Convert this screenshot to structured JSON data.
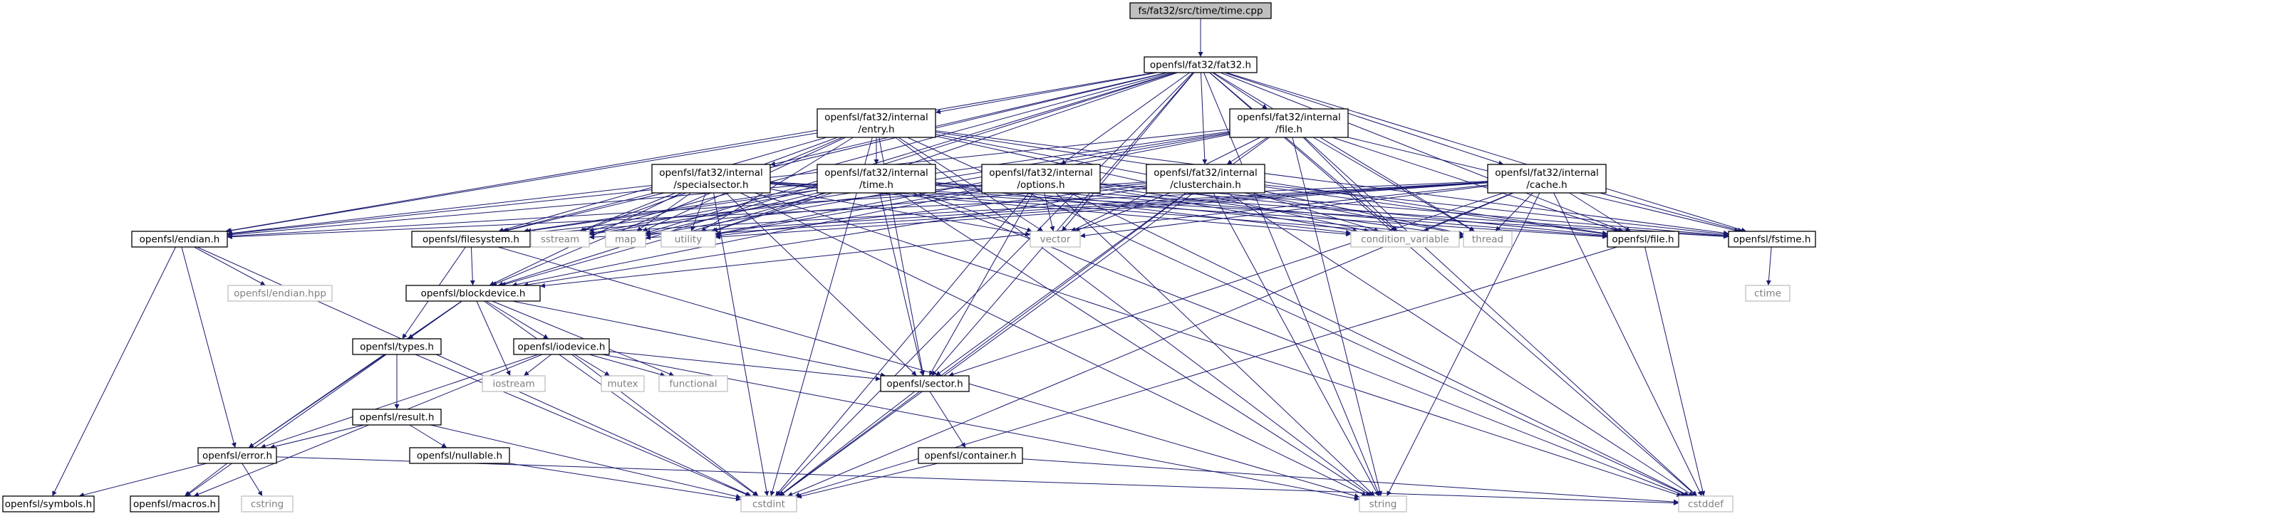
{
  "colors": {
    "edge": "#191970",
    "node_border": "#000000",
    "node_fill": "#ffffff",
    "root_fill": "#bfbfbf",
    "external_border": "#bfbfbf",
    "external_text": "#7f7f7f",
    "text": "#000000"
  },
  "nodes": [
    {
      "id": "root",
      "lines": [
        "fs/fat32/src/time/time.cpp"
      ],
      "kind": "root"
    },
    {
      "id": "fat32",
      "lines": [
        "openfsl/fat32/fat32.h"
      ],
      "kind": "local"
    },
    {
      "id": "entry",
      "lines": [
        "openfsl/fat32/internal",
        "/entry.h"
      ],
      "kind": "local"
    },
    {
      "id": "file_int",
      "lines": [
        "openfsl/fat32/internal",
        "/file.h"
      ],
      "kind": "local"
    },
    {
      "id": "special",
      "lines": [
        "openfsl/fat32/internal",
        "/specialsector.h"
      ],
      "kind": "local"
    },
    {
      "id": "time_int",
      "lines": [
        "openfsl/fat32/internal",
        "/time.h"
      ],
      "kind": "local"
    },
    {
      "id": "options",
      "lines": [
        "openfsl/fat32/internal",
        "/options.h"
      ],
      "kind": "local"
    },
    {
      "id": "cluster",
      "lines": [
        "openfsl/fat32/internal",
        "/clusterchain.h"
      ],
      "kind": "local"
    },
    {
      "id": "cache",
      "lines": [
        "openfsl/fat32/internal",
        "/cache.h"
      ],
      "kind": "local"
    },
    {
      "id": "endian",
      "lines": [
        "openfsl/endian.h"
      ],
      "kind": "local"
    },
    {
      "id": "endianhpp",
      "lines": [
        "openfsl/endian.hpp"
      ],
      "kind": "external"
    },
    {
      "id": "filesystem",
      "lines": [
        "openfsl/filesystem.h"
      ],
      "kind": "local"
    },
    {
      "id": "sstream",
      "lines": [
        "sstream"
      ],
      "kind": "external"
    },
    {
      "id": "map",
      "lines": [
        "map"
      ],
      "kind": "external"
    },
    {
      "id": "utility",
      "lines": [
        "utility"
      ],
      "kind": "external"
    },
    {
      "id": "vector",
      "lines": [
        "vector"
      ],
      "kind": "external"
    },
    {
      "id": "cond",
      "lines": [
        "condition_variable"
      ],
      "kind": "external"
    },
    {
      "id": "thread",
      "lines": [
        "thread"
      ],
      "kind": "external"
    },
    {
      "id": "file",
      "lines": [
        "openfsl/file.h"
      ],
      "kind": "local"
    },
    {
      "id": "fstime",
      "lines": [
        "openfsl/fstime.h"
      ],
      "kind": "local"
    },
    {
      "id": "ctime",
      "lines": [
        "ctime"
      ],
      "kind": "external"
    },
    {
      "id": "blockdev",
      "lines": [
        "openfsl/blockdevice.h"
      ],
      "kind": "local"
    },
    {
      "id": "types",
      "lines": [
        "openfsl/types.h"
      ],
      "kind": "local"
    },
    {
      "id": "iodevice",
      "lines": [
        "openfsl/iodevice.h"
      ],
      "kind": "local"
    },
    {
      "id": "iostream",
      "lines": [
        "iostream"
      ],
      "kind": "external"
    },
    {
      "id": "mutex",
      "lines": [
        "mutex"
      ],
      "kind": "external"
    },
    {
      "id": "functional",
      "lines": [
        "functional"
      ],
      "kind": "external"
    },
    {
      "id": "sector",
      "lines": [
        "openfsl/sector.h"
      ],
      "kind": "local"
    },
    {
      "id": "result",
      "lines": [
        "openfsl/result.h"
      ],
      "kind": "local"
    },
    {
      "id": "container",
      "lines": [
        "openfsl/container.h"
      ],
      "kind": "local"
    },
    {
      "id": "nullable",
      "lines": [
        "openfsl/nullable.h"
      ],
      "kind": "local"
    },
    {
      "id": "error",
      "lines": [
        "openfsl/error.h"
      ],
      "kind": "local"
    },
    {
      "id": "symbols",
      "lines": [
        "openfsl/symbols.h"
      ],
      "kind": "local"
    },
    {
      "id": "macros",
      "lines": [
        "openfsl/macros.h"
      ],
      "kind": "local"
    },
    {
      "id": "cstring",
      "lines": [
        "cstring"
      ],
      "kind": "external"
    },
    {
      "id": "cstdint",
      "lines": [
        "cstdint"
      ],
      "kind": "external"
    },
    {
      "id": "string",
      "lines": [
        "string"
      ],
      "kind": "external"
    },
    {
      "id": "cstddef",
      "lines": [
        "cstddef"
      ],
      "kind": "external"
    }
  ],
  "edges": [
    [
      "root",
      "fat32"
    ],
    [
      "fat32",
      "entry"
    ],
    [
      "fat32",
      "file_int"
    ],
    [
      "fat32",
      "special"
    ],
    [
      "fat32",
      "options"
    ],
    [
      "fat32",
      "cluster"
    ],
    [
      "fat32",
      "cache"
    ],
    [
      "fat32",
      "endian"
    ],
    [
      "fat32",
      "filesystem"
    ],
    [
      "fat32",
      "blockdev"
    ],
    [
      "fat32",
      "sstream"
    ],
    [
      "fat32",
      "map"
    ],
    [
      "fat32",
      "utility"
    ],
    [
      "fat32",
      "vector"
    ],
    [
      "fat32",
      "cond"
    ],
    [
      "fat32",
      "thread"
    ],
    [
      "fat32",
      "file"
    ],
    [
      "fat32",
      "fstime"
    ],
    [
      "fat32",
      "sector"
    ],
    [
      "fat32",
      "cstdint"
    ],
    [
      "fat32",
      "string"
    ],
    [
      "fat32",
      "cstddef"
    ],
    [
      "entry",
      "time_int"
    ],
    [
      "entry",
      "endian"
    ],
    [
      "entry",
      "filesystem"
    ],
    [
      "entry",
      "blockdev"
    ],
    [
      "entry",
      "sstream"
    ],
    [
      "entry",
      "map"
    ],
    [
      "entry",
      "utility"
    ],
    [
      "entry",
      "vector"
    ],
    [
      "entry",
      "cond"
    ],
    [
      "entry",
      "thread"
    ],
    [
      "entry",
      "file"
    ],
    [
      "entry",
      "fstime"
    ],
    [
      "entry",
      "sector"
    ],
    [
      "entry",
      "cstdint"
    ],
    [
      "entry",
      "string"
    ],
    [
      "entry",
      "cstddef"
    ],
    [
      "file_int",
      "cluster"
    ],
    [
      "file_int",
      "endian"
    ],
    [
      "file_int",
      "filesystem"
    ],
    [
      "file_int",
      "sstream"
    ],
    [
      "file_int",
      "map"
    ],
    [
      "file_int",
      "utility"
    ],
    [
      "file_int",
      "vector"
    ],
    [
      "file_int",
      "cond"
    ],
    [
      "file_int",
      "thread"
    ],
    [
      "file_int",
      "file"
    ],
    [
      "file_int",
      "fstime"
    ],
    [
      "file_int",
      "cstdint"
    ],
    [
      "file_int",
      "string"
    ],
    [
      "file_int",
      "cstddef"
    ],
    [
      "special",
      "endian"
    ],
    [
      "special",
      "filesystem"
    ],
    [
      "special",
      "blockdev"
    ],
    [
      "special",
      "sstream"
    ],
    [
      "special",
      "map"
    ],
    [
      "special",
      "utility"
    ],
    [
      "special",
      "vector"
    ],
    [
      "special",
      "cond"
    ],
    [
      "special",
      "thread"
    ],
    [
      "special",
      "file"
    ],
    [
      "special",
      "fstime"
    ],
    [
      "special",
      "sector"
    ],
    [
      "special",
      "cstdint"
    ],
    [
      "special",
      "string"
    ],
    [
      "special",
      "cstddef"
    ],
    [
      "time_int",
      "endian"
    ],
    [
      "time_int",
      "filesystem"
    ],
    [
      "time_int",
      "blockdev"
    ],
    [
      "time_int",
      "sstream"
    ],
    [
      "time_int",
      "map"
    ],
    [
      "time_int",
      "utility"
    ],
    [
      "time_int",
      "vector"
    ],
    [
      "time_int",
      "cond"
    ],
    [
      "time_int",
      "thread"
    ],
    [
      "time_int",
      "file"
    ],
    [
      "time_int",
      "fstime"
    ],
    [
      "time_int",
      "sector"
    ],
    [
      "time_int",
      "string"
    ],
    [
      "time_int",
      "cstddef"
    ],
    [
      "options",
      "filesystem"
    ],
    [
      "options",
      "utility"
    ],
    [
      "options",
      "vector"
    ],
    [
      "options",
      "cond"
    ],
    [
      "options",
      "thread"
    ],
    [
      "options",
      "file"
    ],
    [
      "options",
      "fstime"
    ],
    [
      "options",
      "sector"
    ],
    [
      "options",
      "cstdint"
    ],
    [
      "options",
      "string"
    ],
    [
      "options",
      "cstddef"
    ],
    [
      "options",
      "blockdev"
    ],
    [
      "cluster",
      "endian"
    ],
    [
      "cluster",
      "filesystem"
    ],
    [
      "cluster",
      "blockdev"
    ],
    [
      "cluster",
      "utility"
    ],
    [
      "cluster",
      "vector"
    ],
    [
      "cluster",
      "cond"
    ],
    [
      "cluster",
      "thread"
    ],
    [
      "cluster",
      "file"
    ],
    [
      "cluster",
      "fstime"
    ],
    [
      "cluster",
      "sector"
    ],
    [
      "cluster",
      "cstdint"
    ],
    [
      "cluster",
      "string"
    ],
    [
      "cluster",
      "cstddef"
    ],
    [
      "cache",
      "endian"
    ],
    [
      "cache",
      "filesystem"
    ],
    [
      "cache",
      "blockdev"
    ],
    [
      "cache",
      "sstream"
    ],
    [
      "cache",
      "map"
    ],
    [
      "cache",
      "utility"
    ],
    [
      "cache",
      "vector"
    ],
    [
      "cache",
      "cond"
    ],
    [
      "cache",
      "thread"
    ],
    [
      "cache",
      "file"
    ],
    [
      "cache",
      "fstime"
    ],
    [
      "cache",
      "sector"
    ],
    [
      "cache",
      "cstdint"
    ],
    [
      "cache",
      "string"
    ],
    [
      "cache",
      "cstddef"
    ],
    [
      "endian",
      "endianhpp"
    ],
    [
      "endian",
      "symbols"
    ],
    [
      "endian",
      "error"
    ],
    [
      "endian",
      "cstdint"
    ],
    [
      "filesystem",
      "blockdev"
    ],
    [
      "filesystem",
      "types"
    ],
    [
      "filesystem",
      "string"
    ],
    [
      "file",
      "cstdint"
    ],
    [
      "file",
      "cstddef"
    ],
    [
      "fstime",
      "ctime"
    ],
    [
      "blockdev",
      "types"
    ],
    [
      "blockdev",
      "iodevice"
    ],
    [
      "blockdev",
      "iostream"
    ],
    [
      "blockdev",
      "functional"
    ],
    [
      "blockdev",
      "sector"
    ],
    [
      "blockdev",
      "error"
    ],
    [
      "blockdev",
      "macros"
    ],
    [
      "blockdev",
      "cstdint"
    ],
    [
      "types",
      "result"
    ],
    [
      "types",
      "error"
    ],
    [
      "types",
      "cstdint"
    ],
    [
      "iodevice",
      "iostream"
    ],
    [
      "iodevice",
      "mutex"
    ],
    [
      "iodevice",
      "functional"
    ],
    [
      "iodevice",
      "sector"
    ],
    [
      "iodevice",
      "error"
    ],
    [
      "iodevice",
      "macros"
    ],
    [
      "iodevice",
      "cstdint"
    ],
    [
      "iodevice",
      "string"
    ],
    [
      "sector",
      "container"
    ],
    [
      "sector",
      "cstdint"
    ],
    [
      "result",
      "nullable"
    ],
    [
      "result",
      "error"
    ],
    [
      "result",
      "cstdint"
    ],
    [
      "container",
      "cstdint"
    ],
    [
      "container",
      "cstddef"
    ],
    [
      "nullable",
      "cstdint"
    ],
    [
      "error",
      "symbols"
    ],
    [
      "error",
      "macros"
    ],
    [
      "error",
      "cstring"
    ],
    [
      "error",
      "cstddef"
    ]
  ]
}
